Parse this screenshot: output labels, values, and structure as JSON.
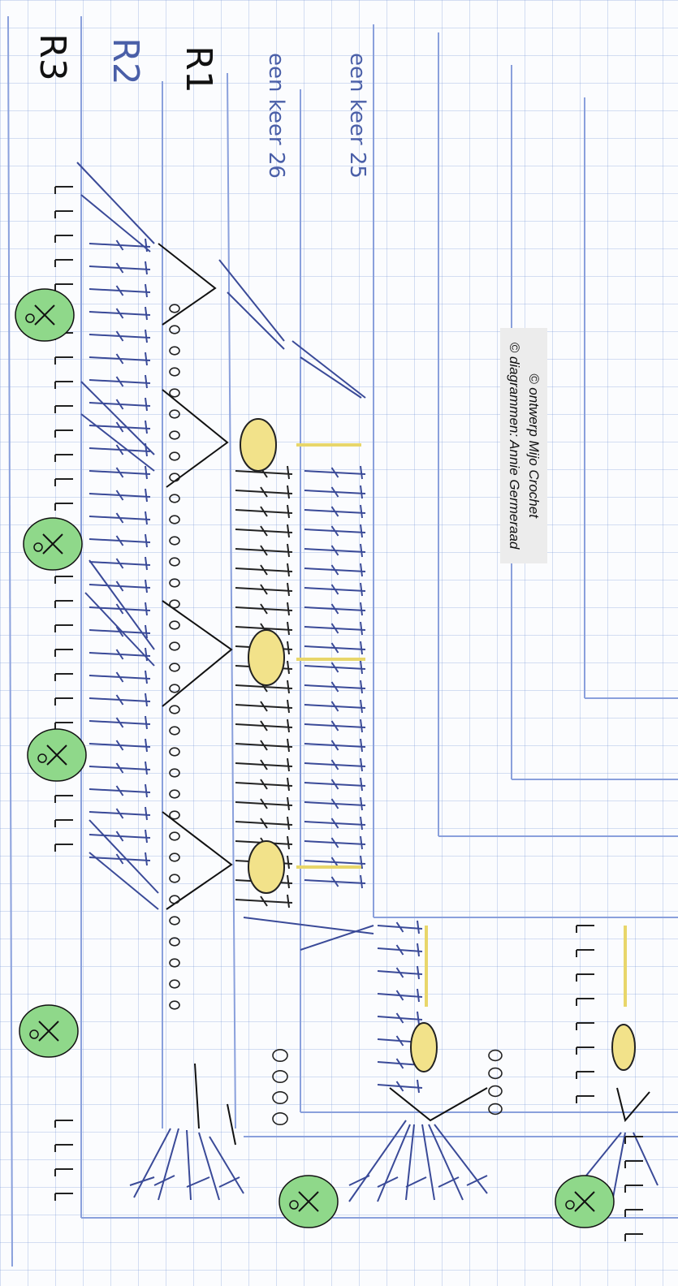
{
  "row_labels": {
    "r3": "R3",
    "r2": "R2",
    "r1": "R1"
  },
  "notes": [
    {
      "line1": "een",
      "line2": "keer",
      "count": "26"
    },
    {
      "line1": "een",
      "line2": "keer",
      "count": "25"
    }
  ],
  "credit": {
    "line1": "© ontwerp  Mijo Crochet",
    "line2": "© diagrammen: Annie Germeraad"
  },
  "colors": {
    "paper": "#fbfcfe",
    "grid": "#7896d7",
    "ink_blue": "#4a5fa8",
    "ink_black": "#111111",
    "leaf_green": "#8fd88a",
    "highlight_yellow": "#f2e28a",
    "highlight_peach": "#f5c9a6"
  },
  "icons": [
    "chain-circle",
    "single-crochet-x",
    "double-crochet-t",
    "half-double-crochet-r",
    "puff-leaf",
    "slip-stitch-dot"
  ]
}
